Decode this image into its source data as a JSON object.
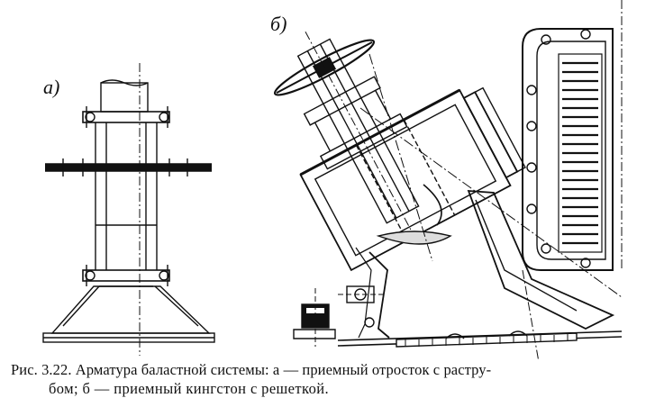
{
  "figure": {
    "panel_labels": {
      "a": "а)",
      "b": "б)"
    }
  },
  "caption": {
    "line1": "Рис. 3.22. Арматура баластной системы: а — приемный отросток с растру-",
    "line2": "бом; б — приемный кингстон с решеткой."
  },
  "colors": {
    "ink": "#111111",
    "paper": "#ffffff"
  }
}
